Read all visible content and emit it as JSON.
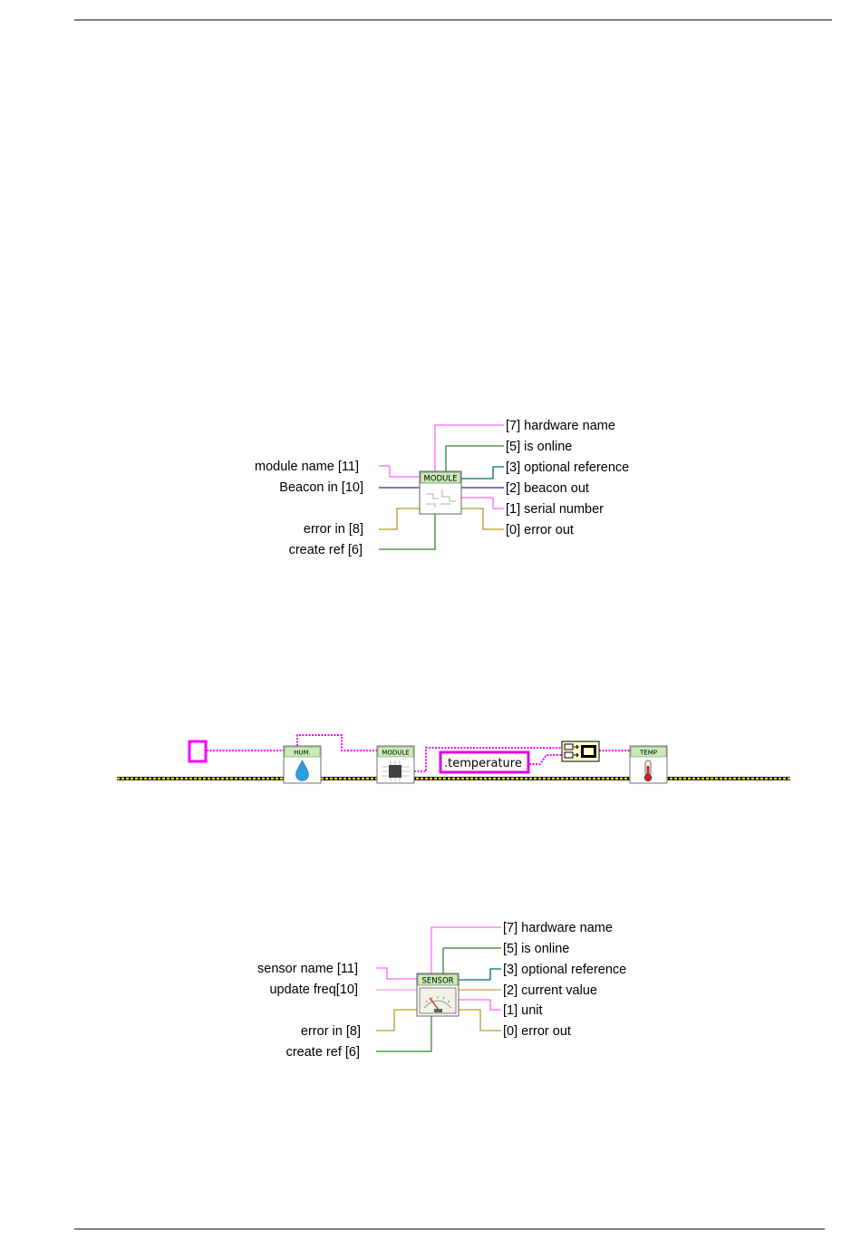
{
  "module_vi": {
    "title": "MODULE",
    "inputs": [
      "module name [11]",
      "Beacon in [10]",
      "error in [8]",
      "create ref [6]"
    ],
    "outputs": [
      "[7] hardware name",
      "[5] is online",
      "[3] optional reference",
      "[2] beacon out",
      "[1] serial number",
      "[0] error out"
    ]
  },
  "example": {
    "hum_title": "HUM.",
    "module_title": "MODULE",
    "property_label": ".temperature",
    "temp_title": "TEMP"
  },
  "sensor_vi": {
    "title": "SENSOR",
    "inputs": [
      "sensor name [11]",
      "update freq[10]",
      "error in [8]",
      "create ref [6]"
    ],
    "outputs": [
      "[7] hardware name",
      "[5] is online",
      "[3] optional reference",
      "[2] current value",
      "[1] unit",
      "[0] error out"
    ]
  },
  "colors": {
    "pink": "#ff00ff",
    "green": "#2e8b2e",
    "teal": "#006b6b",
    "navy": "#202090",
    "gold": "#b89b2b",
    "header_green": "#c8ecb4",
    "error_yellow": "#e8e000"
  }
}
